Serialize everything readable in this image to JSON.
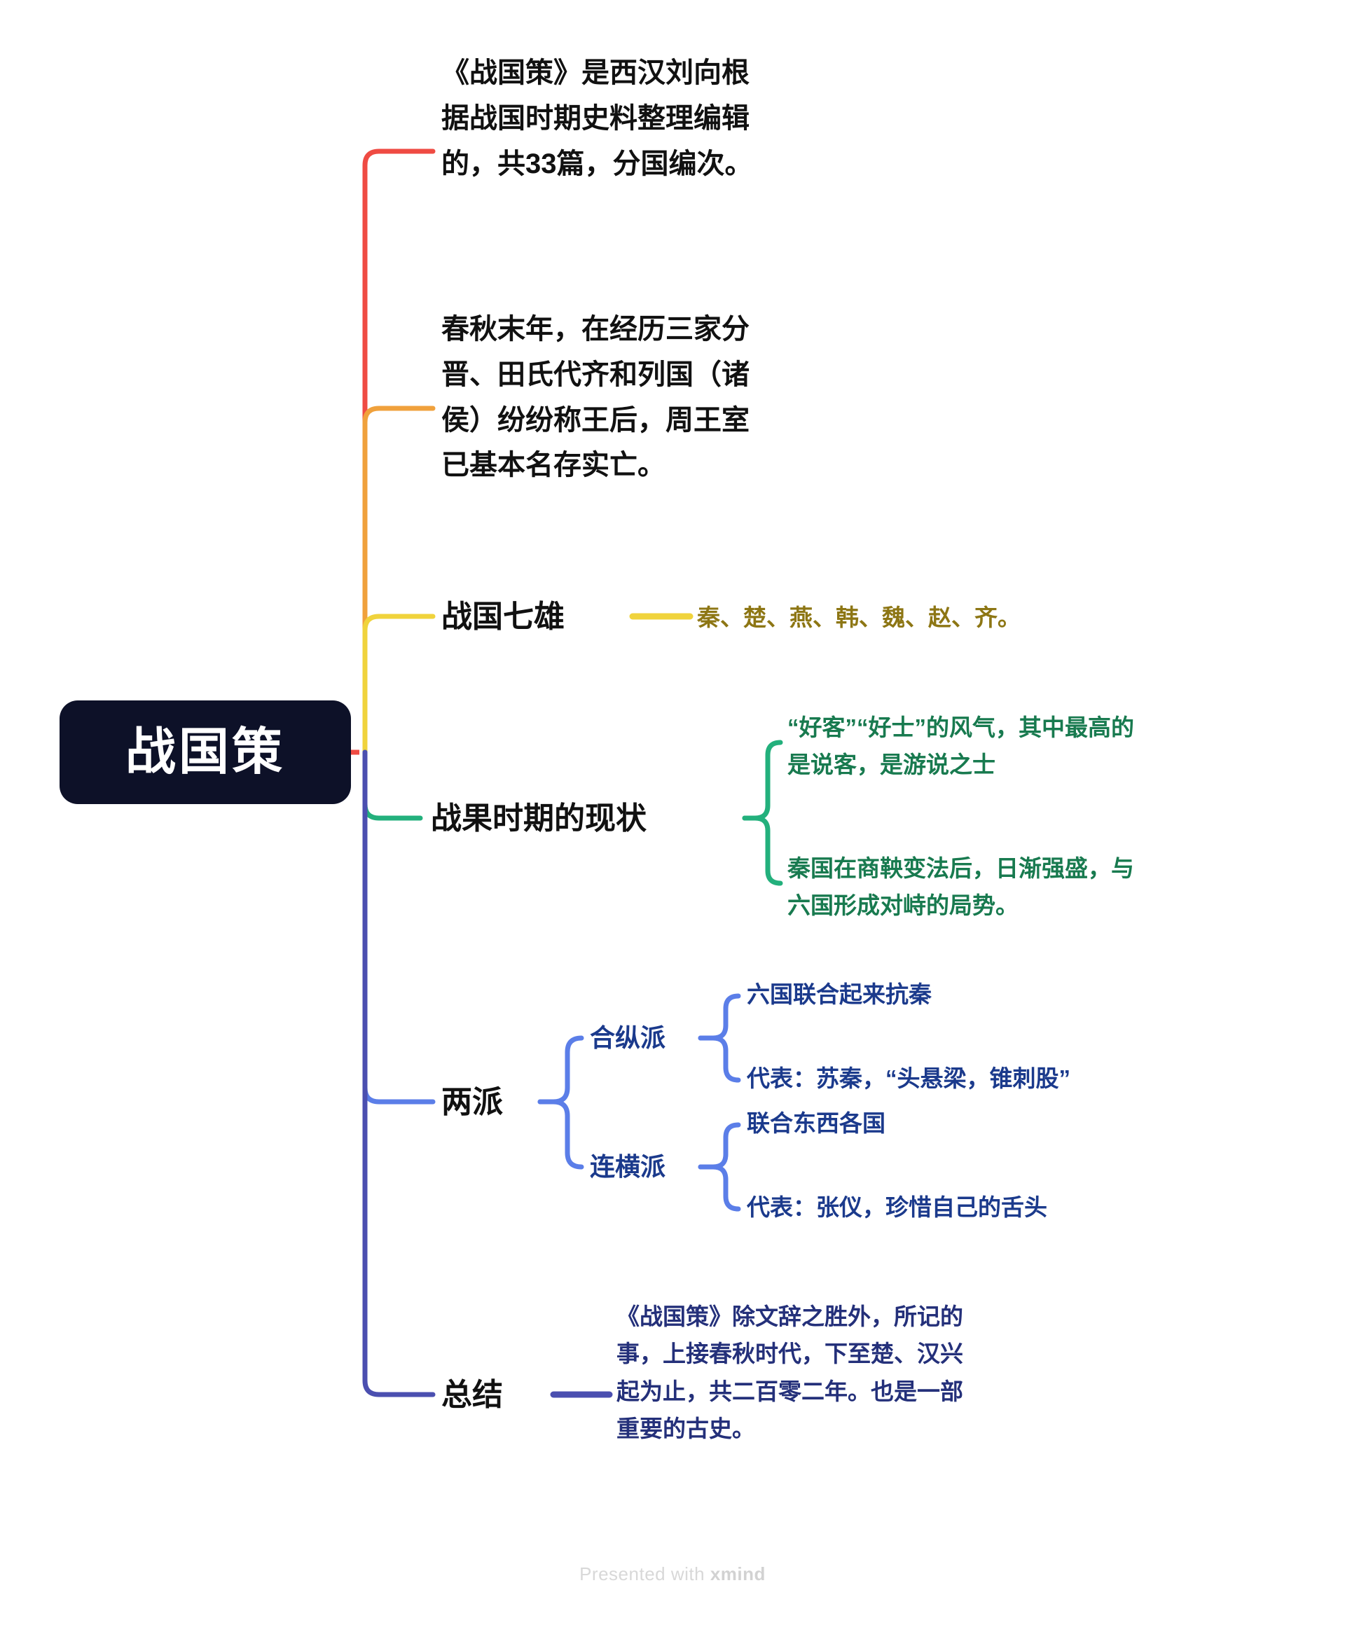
{
  "root": {
    "label": "战国策"
  },
  "footer": {
    "prefix": "Presented with ",
    "brand": "xmind"
  },
  "colors": {
    "root_bg": "#0d1128",
    "branch_red": "#ef4b43",
    "branch_orange": "#f0a13c",
    "branch_yellow": "#f0d33c",
    "branch_green": "#23b07c",
    "branch_blue": "#5b7ee8",
    "branch_navy": "#4b4fb0",
    "text_dark": "#111111",
    "text_yellow": "#8d7614",
    "text_green": "#187a4f",
    "text_blue": "#1b3a8c",
    "text_navy": "#24307a",
    "footer_gray": "#d8d8d8"
  },
  "branches": [
    {
      "id": "origin",
      "color": "#ef4b43",
      "text": "《战国策》是西汉刘向根\n据战国时期史料整理编辑\n的，共33篇，分国编次。"
    },
    {
      "id": "background",
      "color": "#f0a13c",
      "text": "春秋末年，在经历三家分\n晋、田氏代齐和列国（诸\n侯）纷纷称王后，周王室\n已基本名存实亡。"
    },
    {
      "id": "seven-powers",
      "color": "#f0d33c",
      "title": "战国七雄",
      "detail": "秦、楚、燕、韩、魏、赵、齐。"
    },
    {
      "id": "current-situation",
      "color": "#23b07c",
      "title": "战果时期的现状",
      "children": [
        {
          "text": "“好客”“好士”的风气，其中最高的\n是说客，是游说之士"
        },
        {
          "text": "秦国在商鞅变法后，日渐强盛，与\n六国形成对峙的局势。"
        }
      ]
    },
    {
      "id": "two-factions",
      "color": "#5b7ee8",
      "title": "两派",
      "children": [
        {
          "title": "合纵派",
          "items": [
            "六国联合起来抗秦",
            "代表：苏秦，“头悬梁，锥刺股”"
          ]
        },
        {
          "title": "连横派",
          "items": [
            "联合东西各国",
            "代表：张仪，珍惜自己的舌头"
          ]
        }
      ]
    },
    {
      "id": "summary",
      "color": "#4b4fb0",
      "title": "总结",
      "detail": "《战国策》除文辞之胜外，所记的\n事，上接春秋时代，下至楚、汉兴\n起为止，共二百零二年。也是一部\n重要的古史。"
    }
  ]
}
